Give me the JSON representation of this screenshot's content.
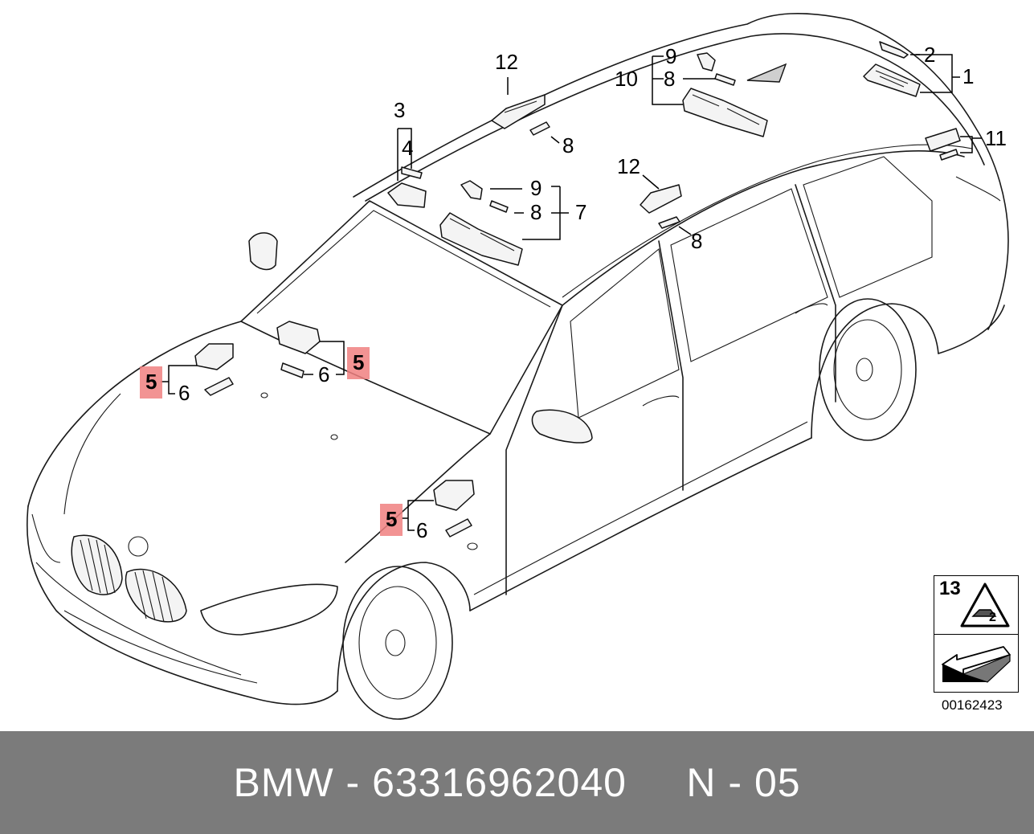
{
  "footer": {
    "text": "BMW - 63316962040     N - 05"
  },
  "reference_code": "00162423",
  "inset": {
    "number": "13"
  },
  "callouts": [
    {
      "id": "c1",
      "label": "1"
    },
    {
      "id": "c2",
      "label": "2"
    },
    {
      "id": "c3",
      "label": "3"
    },
    {
      "id": "c4",
      "label": "4"
    },
    {
      "id": "c5a",
      "label": "5",
      "highlighted": true
    },
    {
      "id": "c5b",
      "label": "5",
      "highlighted": true
    },
    {
      "id": "c5c",
      "label": "5",
      "highlighted": true
    },
    {
      "id": "c6a",
      "label": "6"
    },
    {
      "id": "c6b",
      "label": "6"
    },
    {
      "id": "c6c",
      "label": "6"
    },
    {
      "id": "c7",
      "label": "7"
    },
    {
      "id": "c8a",
      "label": "8"
    },
    {
      "id": "c8b",
      "label": "8"
    },
    {
      "id": "c8c",
      "label": "8"
    },
    {
      "id": "c8d",
      "label": "8"
    },
    {
      "id": "c9a",
      "label": "9"
    },
    {
      "id": "c9b",
      "label": "9"
    },
    {
      "id": "c10",
      "label": "10"
    },
    {
      "id": "c11",
      "label": "11"
    },
    {
      "id": "c12a",
      "label": "12"
    },
    {
      "id": "c12b",
      "label": "12"
    }
  ],
  "colors": {
    "highlight": "#f08080",
    "footer_bg": "#7b7b7b",
    "footer_text": "#ffffff",
    "line": "#1a1a1a"
  }
}
